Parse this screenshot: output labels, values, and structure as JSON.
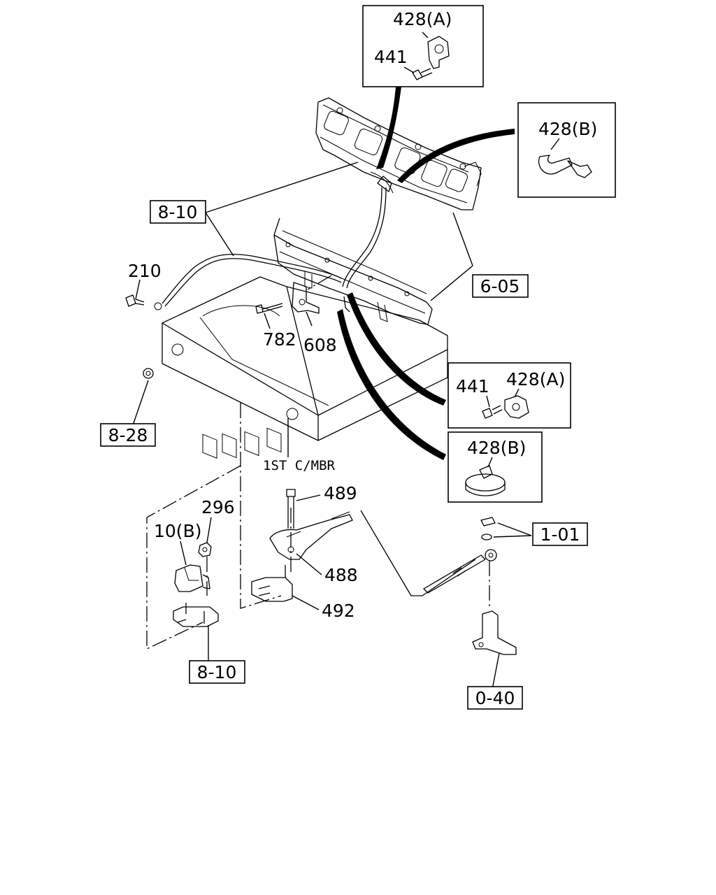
{
  "callouts": {
    "ref_8_10_top": "8-10",
    "ref_6_05": "6-05",
    "ref_8_28": "8-28",
    "ref_8_10_bottom": "8-10",
    "ref_1_01": "1-01",
    "ref_0_40": "0-40"
  },
  "parts": {
    "p210": "210",
    "p782": "782",
    "p608": "608",
    "p296": "296",
    "p10b": "10(B)",
    "p489": "489",
    "p488": "488",
    "p492": "492"
  },
  "insets": {
    "top": {
      "clamp": "428(A)",
      "bolt": "441"
    },
    "right_top": {
      "band": "428(B)"
    },
    "right_mid": {
      "bolt": "441",
      "clamp": "428(A)"
    },
    "right_low": {
      "band": "428(B)"
    }
  },
  "annotations": {
    "crossmember": "1ST C/MBR"
  }
}
